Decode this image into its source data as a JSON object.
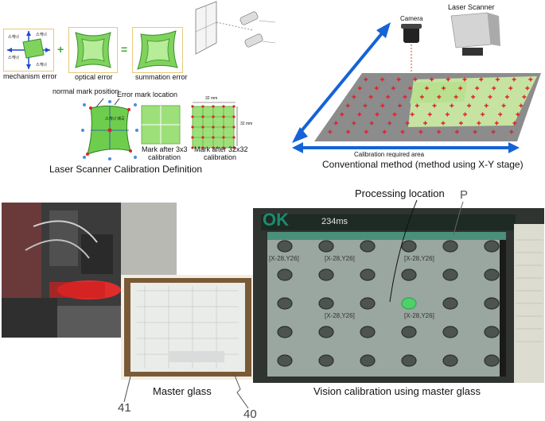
{
  "definition": {
    "caption": "Laser Scanner Calibration Definition",
    "error_labels": {
      "mechanism": "mechanism error",
      "optical": "optical error",
      "summation": "summation error",
      "plus_symbol": "+",
      "equals_symbol": "="
    },
    "mechanism_diagram_labels": [
      "스캐너",
      "스캐너",
      "스캐너",
      "스캐너"
    ],
    "normal_mark_label": "normal mark position",
    "error_mark_label": "Error mark location",
    "distorted_label": "스캐너 왜곡",
    "mark_3x3_label_lines": [
      "Mark after 3x3",
      "calibration"
    ],
    "mark_32x32_label_lines": [
      "Mark after 32x32",
      "calibration"
    ],
    "dimension_top": "32 mm",
    "dimension_side": "32 mm"
  },
  "conventional": {
    "camera_label": "Camera",
    "scanner_label": "Laser Scanner",
    "area_label": "Calibration required area",
    "caption": "Conventional method (method using X-Y stage)"
  },
  "vision": {
    "processing_label": "Processing location",
    "p_label": "P",
    "timing_readout": "234ms",
    "status_text": "OK",
    "grid_labels": [
      "[X-28,Y26]",
      "[X-28,Y26]",
      "[X-28,Y26]",
      "[X-28,Y26]",
      "[X-28,Y26]"
    ],
    "caption": "Vision calibration using master glass"
  },
  "master": {
    "caption": "Master glass",
    "label_41": "41",
    "label_40": "40"
  },
  "colors": {
    "green_light": "#9de07a",
    "green_dark": "#3fa83a",
    "blue_arrow": "#1563d6",
    "red_mark": "#e0202a"
  }
}
